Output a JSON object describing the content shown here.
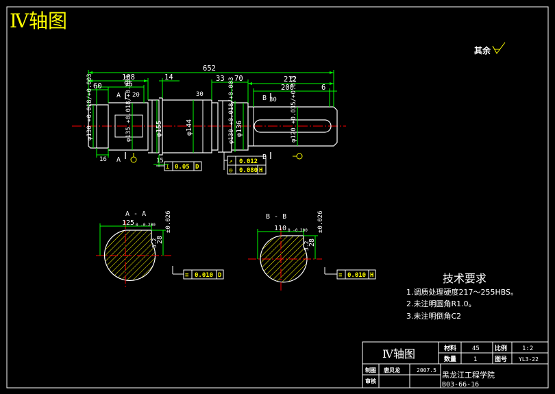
{
  "header": {
    "title": "Ⅳ轴图"
  },
  "surface_note": {
    "label": "其余",
    "symbol": "surface-roughness-icon"
  },
  "dimensions": {
    "overall": "652",
    "d108": "108",
    "d60": "60",
    "d95": "95",
    "d14": "14",
    "d33": "33",
    "d70": "70",
    "d212": "212",
    "d200": "200",
    "d6": "6",
    "d16": "16",
    "d15": "15",
    "d20": "20",
    "d30a": "30",
    "d30b": "30",
    "d_phi130_tol": "φ130 +0.018/+0.003",
    "d_phi135_tol": "φ135 +0.018/+0.003",
    "d_phi155": "φ155",
    "d_phi144": "φ144",
    "d_phi130b_tol": "φ130 +0.018/+0.003",
    "d_phi136": "φ136",
    "d_phi120_tol": "φ120 +0.035/+0.013"
  },
  "tolerance_frames": [
    {
      "symbol": "⊥",
      "value": "0.05",
      "datum": "D"
    },
    {
      "symbol": "↗",
      "value": "0.012",
      "datum": ""
    },
    {
      "symbol": "◎",
      "value": "0.080",
      "datum": "H"
    }
  ],
  "section_labels": {
    "section_a": "A",
    "section_a_dash": "-",
    "section_a2": "A",
    "section_b": "B",
    "section_b_dash": "-",
    "section_b2": "B"
  },
  "sections": [
    {
      "title": "A - A",
      "width": "125",
      "width_tol": "0 -0.200",
      "depth": "28",
      "depth_tol": "±0.026",
      "ra": "3.2",
      "frame_sym": "≡",
      "frame_val": "0.010",
      "frame_datum": "D"
    },
    {
      "title": "B - B",
      "width": "110",
      "width_tol": "0 -0.200",
      "depth": "28",
      "depth_tol": "±0.026",
      "ra": "3.2",
      "frame_sym": "≡",
      "frame_val": "0.010",
      "frame_datum": "H"
    }
  ],
  "tech_requirements": {
    "heading": "技术要求",
    "items": [
      "1.调质处理硬度217～255HBS。",
      "2.未注明圆角R1.0。",
      "3.未注明倒角C2"
    ]
  },
  "title_block": {
    "drawing_name": "Ⅳ轴图",
    "material_label": "材料",
    "material_value": "45",
    "scale_label": "比例",
    "scale_value": "1:2",
    "qty_label": "数量",
    "qty_value": "1",
    "drawing_no_label": "图号",
    "drawing_no_value": "YL3-22",
    "drawn_label": "制图",
    "drawn_by": "唐贝龙",
    "date": "2007.5",
    "check_label": "审核",
    "school": "黑龙江工程学院",
    "class_code": "B03-66-16"
  },
  "colors": {
    "background": "#000000",
    "outline": "#ffffff",
    "dimension": "#00ff00",
    "centerline": "#ff0000",
    "text_yellow": "#ffff00",
    "hatch": "#ffff00",
    "frame_text": "#ffff00"
  }
}
